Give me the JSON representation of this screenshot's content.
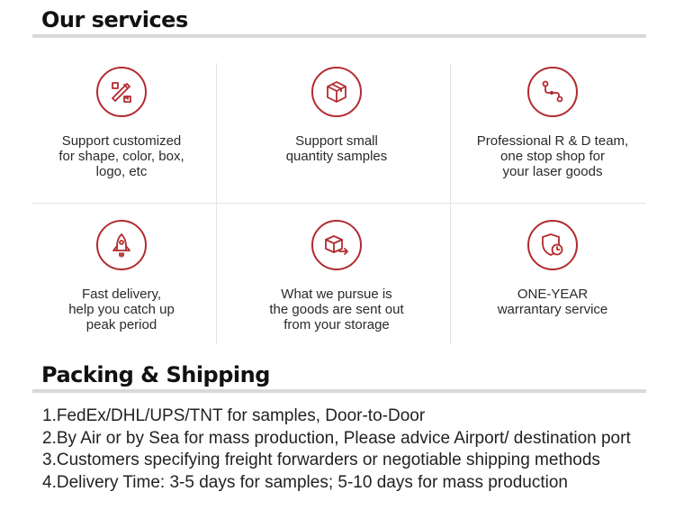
{
  "services": {
    "title": "Our services",
    "accent_color": "#b22b2f",
    "items": [
      {
        "icon": "pencil-ruler-icon",
        "lines": [
          "Support customized",
          "for shape, color,  box,",
          "logo, etc"
        ]
      },
      {
        "icon": "box-icon",
        "lines": [
          "Support small",
          "quantity samples"
        ]
      },
      {
        "icon": "route-icon",
        "lines": [
          "Professional R & D team,",
          "one stop shop for",
          "your laser goods"
        ]
      },
      {
        "icon": "rocket-icon",
        "lines": [
          "Fast delivery,",
          "help you catch up",
          "peak  period"
        ]
      },
      {
        "icon": "box-send-icon",
        "lines": [
          "What we pursue is",
          "the goods are  sent out",
          "from your storage"
        ]
      },
      {
        "icon": "shield-clock-icon",
        "lines": [
          "ONE-YEAR",
          "warrantary service"
        ]
      }
    ]
  },
  "shipping": {
    "title": "Packing & Shipping",
    "items": [
      "1.FedEx/DHL/UPS/TNT for samples, Door-to-Door",
      "2.By Air or by Sea for mass production, Please advice Airport/ destination port",
      "3.Customers specifying freight forwarders or negotiable shipping methods",
      "4.Delivery Time: 3-5 days for samples; 5-10 days for mass production"
    ]
  }
}
